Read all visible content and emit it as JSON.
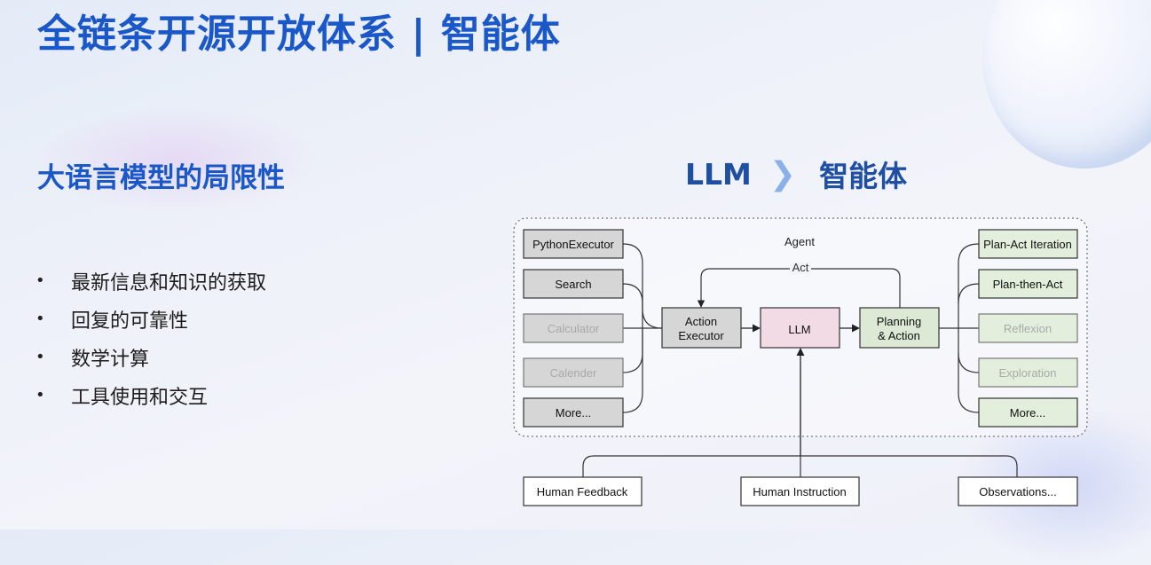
{
  "slide": {
    "title": "全链条开源开放体系 | 智能体"
  },
  "left": {
    "section_title": "大语言模型的局限性",
    "bullets": [
      "最新信息和知识的获取",
      "回复的可靠性",
      "数学计算",
      "工具使用和交互"
    ],
    "bullet_symbol": "•"
  },
  "right": {
    "heading_left": "LLM",
    "heading_right": "智能体",
    "heading_arrow_icon": "chevron-right-icon"
  },
  "diagram": {
    "agent_label": "Agent",
    "act_label": "Act",
    "tools": [
      "PythonExecutor",
      "Search",
      "Calculator",
      "Calender",
      "More..."
    ],
    "action_executor": [
      "Action",
      "Executor"
    ],
    "llm": "LLM",
    "planning": [
      "Planning",
      "& Action"
    ],
    "strategies": [
      "Plan-Act Iteration",
      "Plan-then-Act",
      "Reflexion",
      "Exploration",
      "More..."
    ],
    "inputs": [
      "Human Feedback",
      "Human Instruction",
      "Observations..."
    ],
    "colors": {
      "tool_fill": "#d6d6d6",
      "faded_text": "#a9a9a9",
      "llm_fill": "#f2dbe5",
      "planning_fill": "#dbe9d5",
      "strategy_fill": "#e3efdc"
    }
  }
}
